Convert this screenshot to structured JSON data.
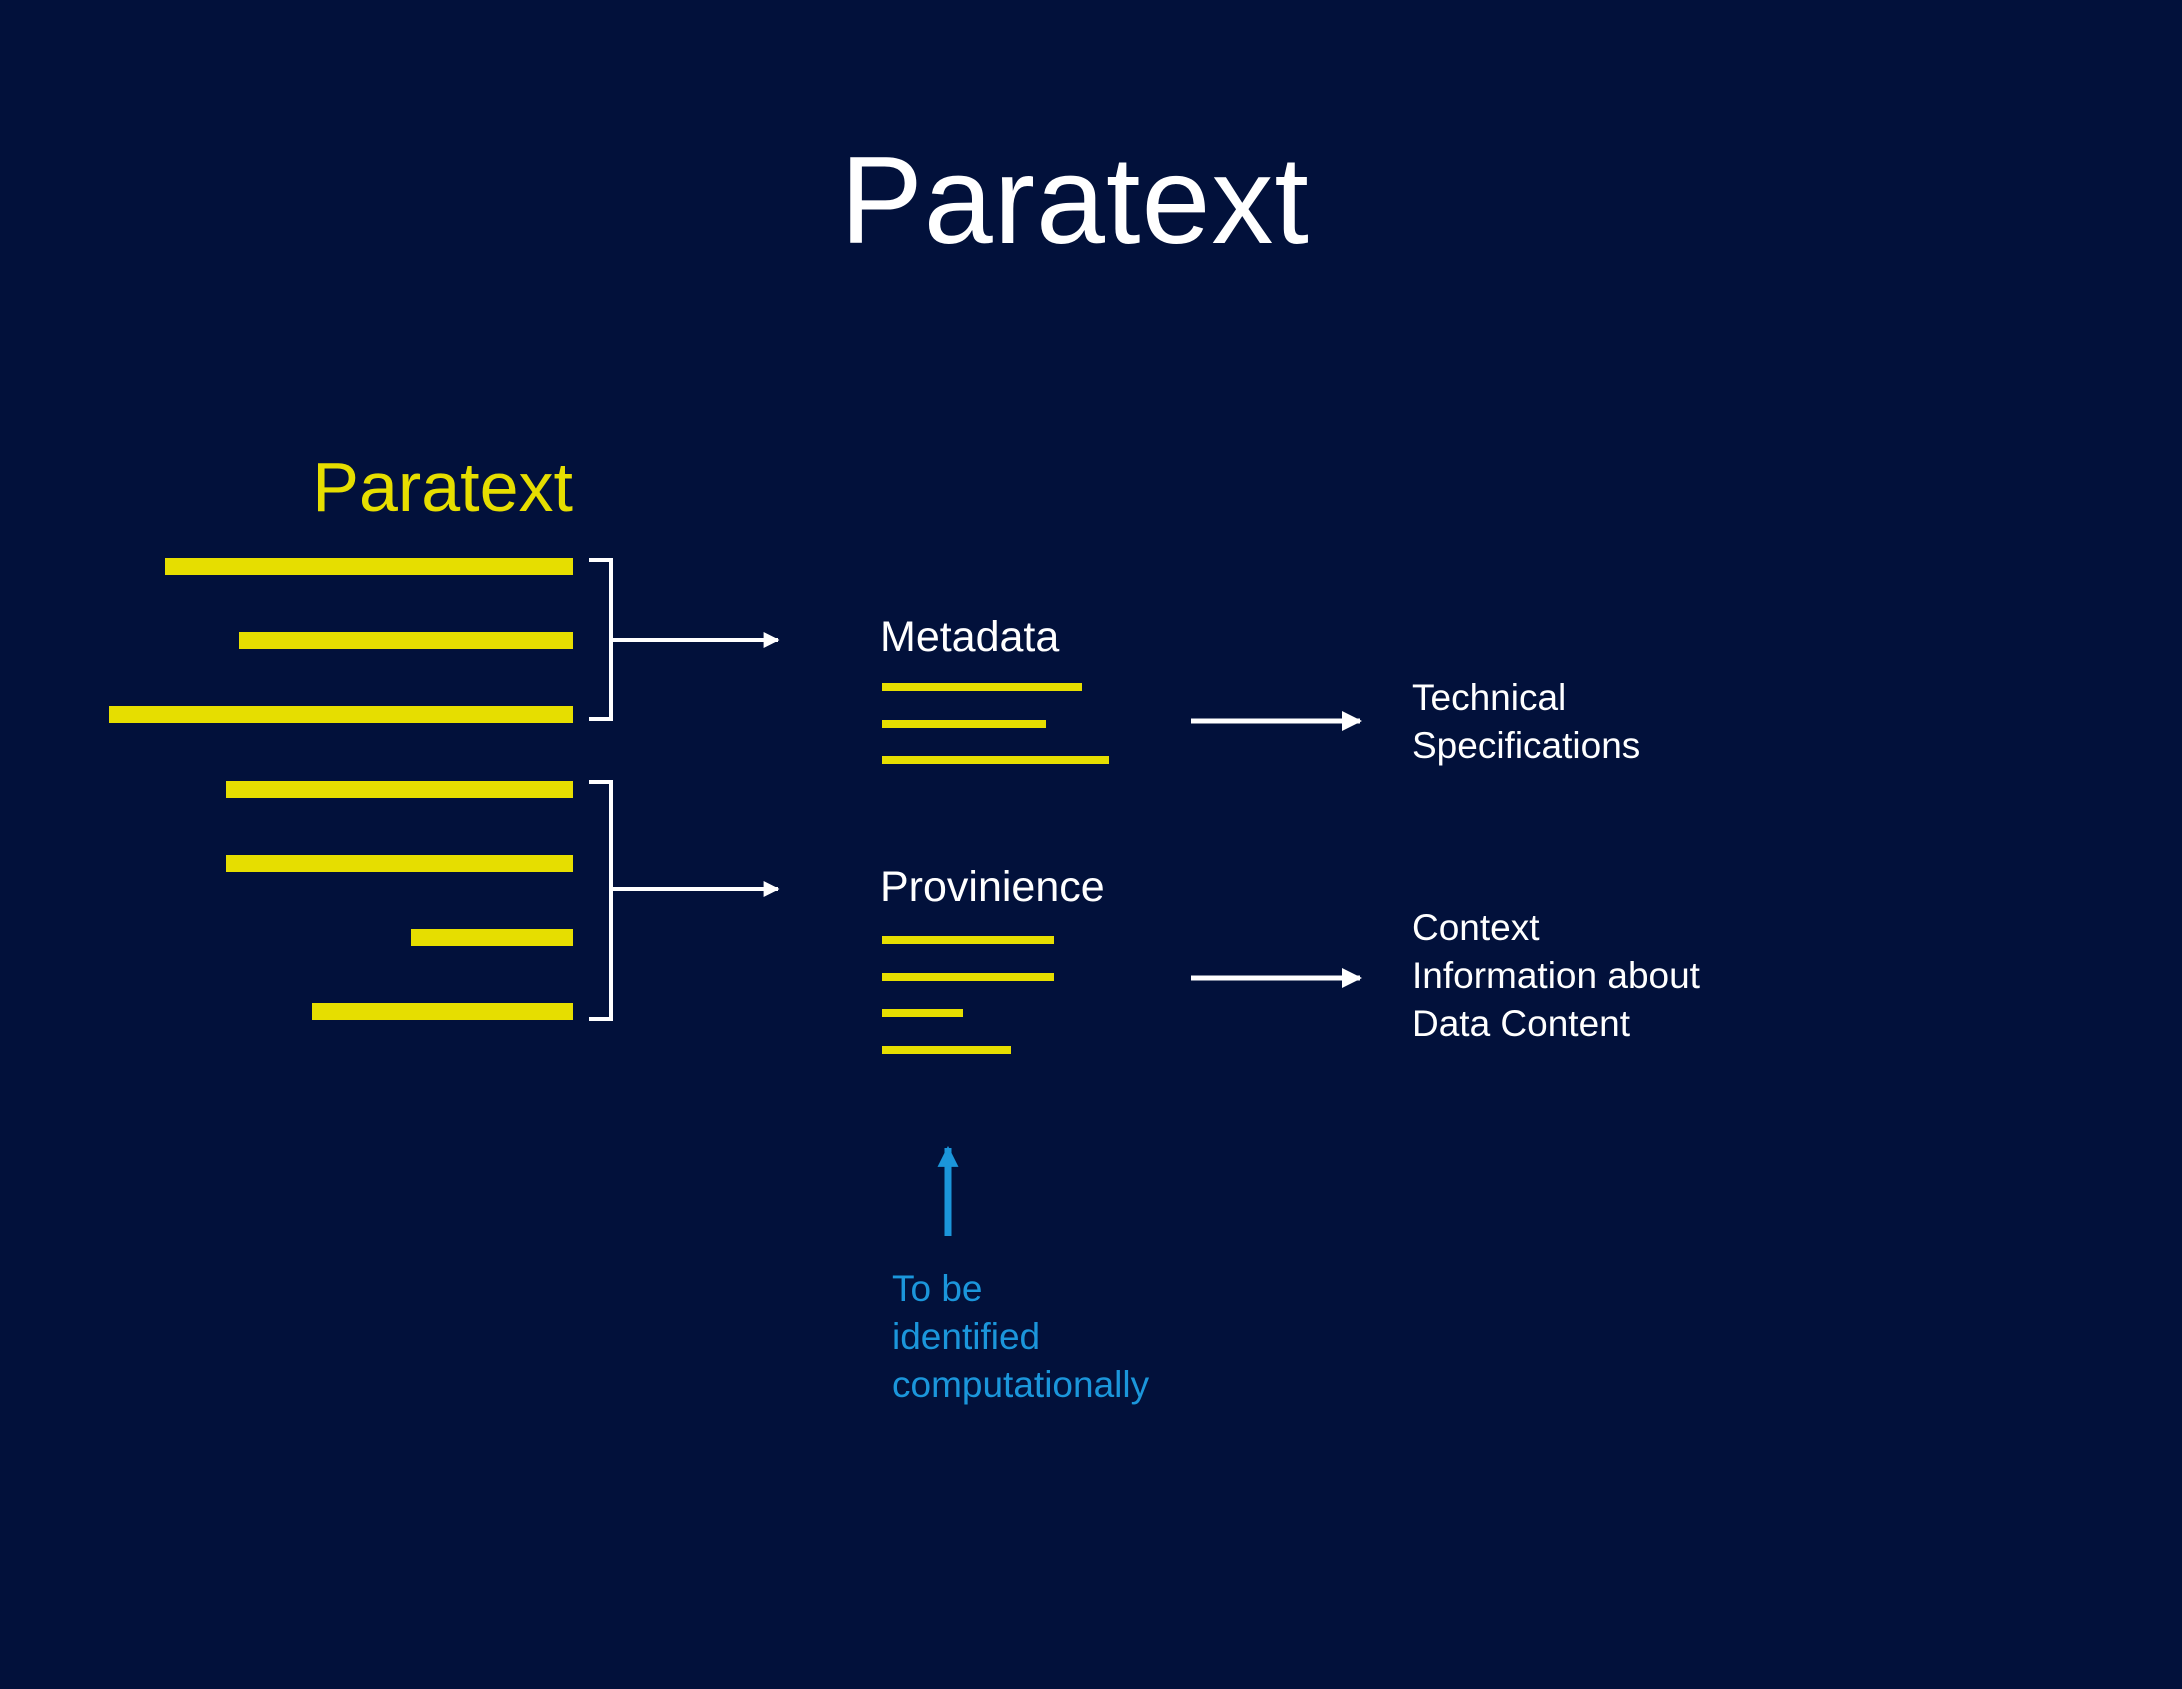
{
  "title": "Paratext",
  "paratext_label": "Paratext",
  "metadata": {
    "label": "Metadata",
    "result_lines": [
      "Technical",
      "Specifications"
    ]
  },
  "provinience": {
    "label": "Provinience",
    "result_lines": [
      "Context",
      "Information about",
      "Data Content"
    ]
  },
  "annotation_lines": [
    "To be",
    "identified",
    "computationally"
  ],
  "colors": {
    "background": "#02113b",
    "text_lines": "#e6de00",
    "annotation": "#1b96db",
    "foreground": "#ffffff"
  }
}
